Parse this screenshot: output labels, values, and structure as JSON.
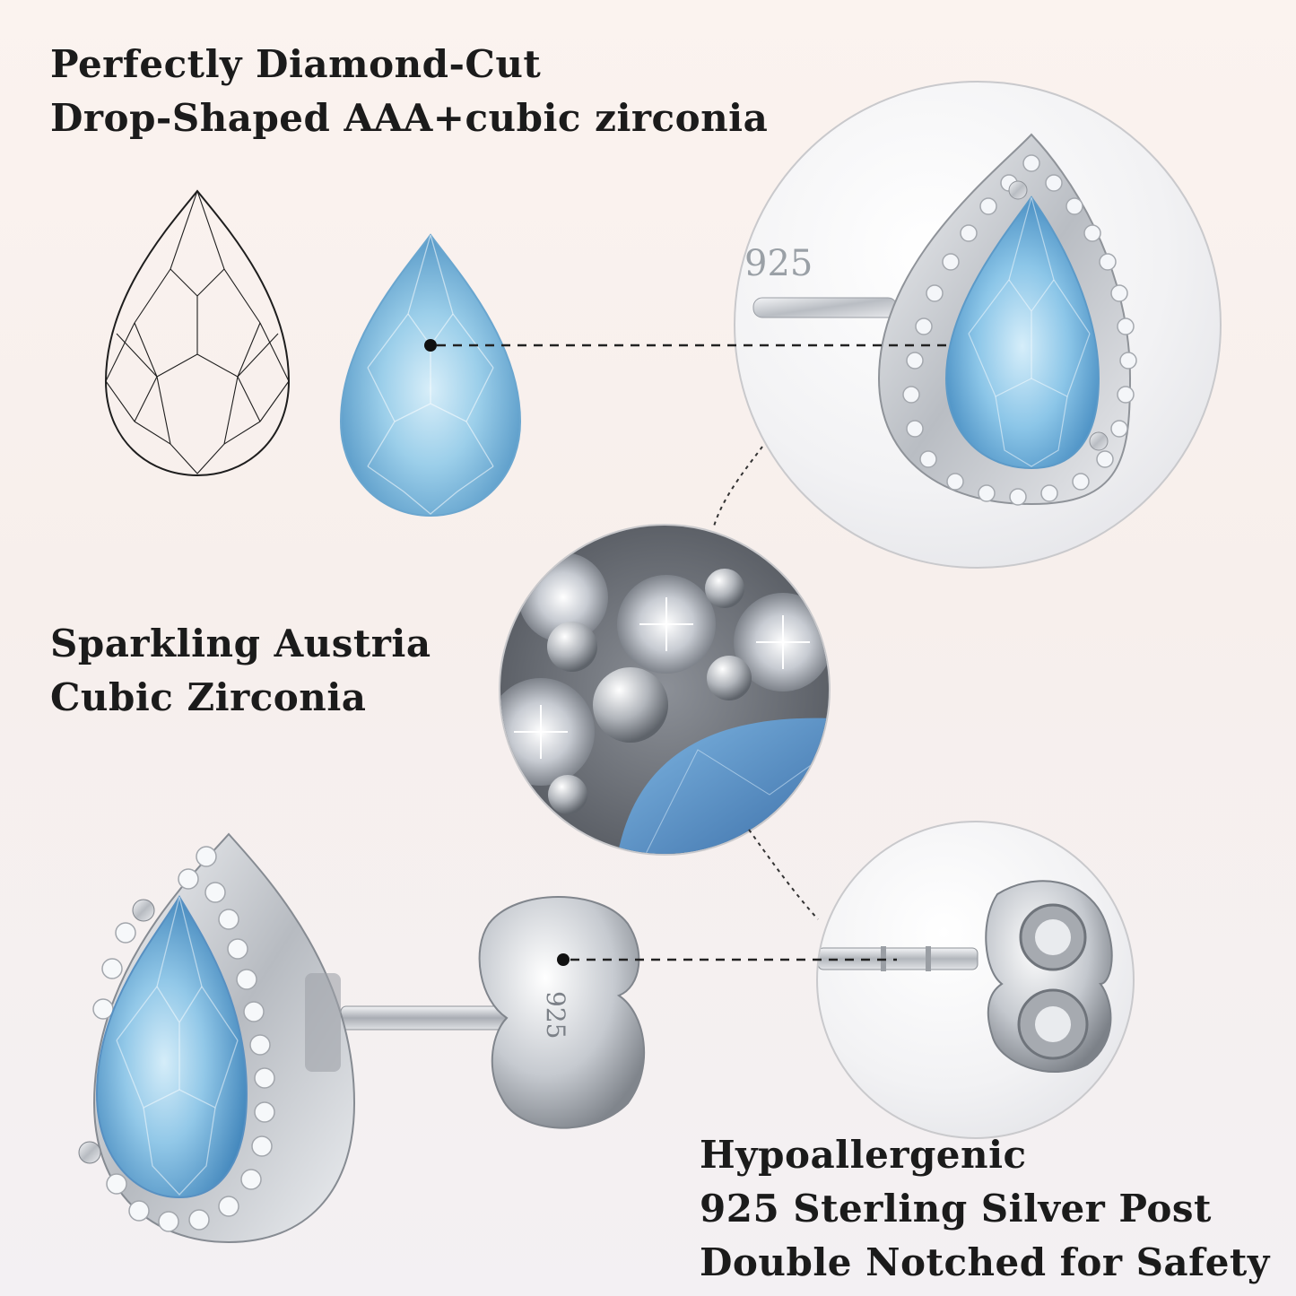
{
  "features": [
    {
      "lines": [
        "Perfectly Diamond-Cut",
        "Drop-Shaped AAA+cubic zirconia"
      ]
    },
    {
      "lines": [
        "Sparkling Austria",
        "Cubic Zirconia"
      ]
    },
    {
      "lines": [
        "Hypoallergenic",
        "925 Sterling Silver Post",
        "Double Notched for Safety"
      ]
    }
  ],
  "hallmark": "925",
  "colors": {
    "gem": "#8fc6e6",
    "gem_dark": "#5a9ccc",
    "silver": "#c8cbd0",
    "text": "#1b1b1b"
  }
}
